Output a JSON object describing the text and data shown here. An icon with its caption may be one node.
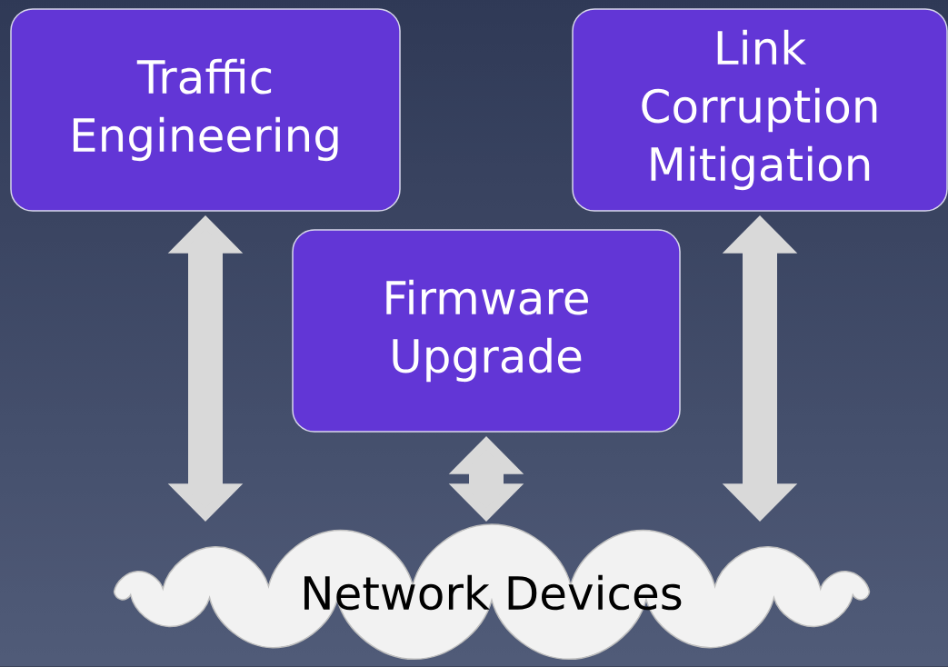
{
  "diagram": {
    "nodes": [
      {
        "text": [
          "Traffic Engineering"
        ]
      },
      {
        "text": [
          "Link Corruption Mitigation"
        ]
      },
      {
        "text": [
          "Firmware Upgrade"
        ]
      },
      {
        "text": [
          "Network Devices"
        ]
      }
    ],
    "edges": [
      {
        "from": 0,
        "to": 3,
        "arrow": "both"
      },
      {
        "from": 2,
        "to": 3,
        "arrow": "both"
      },
      {
        "from": 1,
        "to": 3,
        "arrow": "both"
      }
    ]
  }
}
